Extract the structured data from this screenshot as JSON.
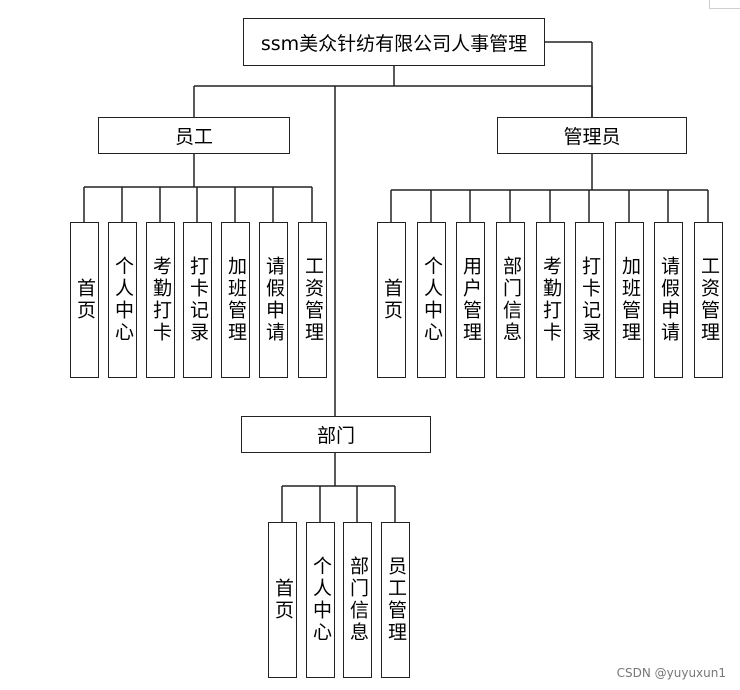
{
  "root": {
    "label": "ssm美众针纺有限公司人事管理"
  },
  "employee": {
    "label": "员工",
    "items": [
      "首页",
      "个人中心",
      "考勤打卡",
      "打卡记录",
      "加班管理",
      "请假申请",
      "工资管理"
    ]
  },
  "admin": {
    "label": "管理员",
    "items": [
      "首页",
      "个人中心",
      "用户管理",
      "部门信息",
      "考勤打卡",
      "打卡记录",
      "加班管理",
      "请假申请",
      "工资管理"
    ]
  },
  "department": {
    "label": "部门",
    "items": [
      "首页",
      "个人中心",
      "部门信息",
      "员工管理"
    ]
  },
  "watermark": "CSDN @yuyuxun1",
  "colors": {
    "line": "#222222",
    "background": "#ffffff"
  }
}
